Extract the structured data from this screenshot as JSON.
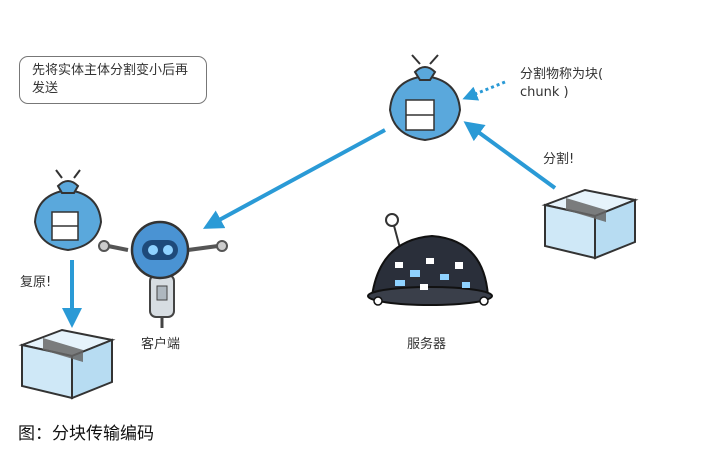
{
  "note_text": "先将实体主体分割变小后再发送",
  "chunk_label": "分割物称为块( chunk )",
  "split_label": "分割!",
  "restore_label": "复原!",
  "client_label": "客户端",
  "server_label": "服务器",
  "caption": "图：分块传输编码",
  "colors": {
    "arrow": "#2a9ad6",
    "bundle": "#5aa8dc",
    "box": "#cfe8f7",
    "robot": "#4a93d3"
  }
}
